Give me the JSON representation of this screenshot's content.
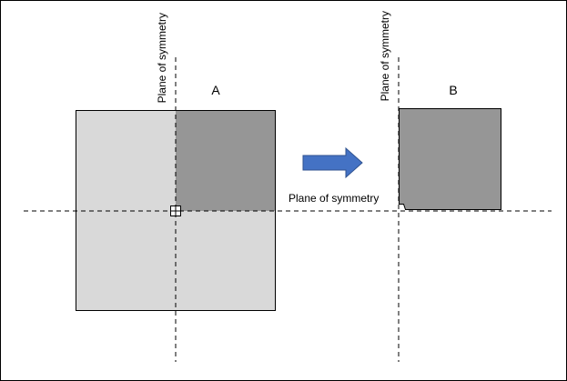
{
  "labels": {
    "a": "A",
    "b": "B",
    "plane_v_a": "Plane of symmetry",
    "plane_v_b": "Plane of symmetry",
    "plane_h": "Plane of symmetry"
  },
  "colors": {
    "background": "#ffffff",
    "frame": "#000000",
    "full_model_fill": "#d9d9d9",
    "quarter_model_fill": "#969696",
    "outline": "#000000",
    "arrow_fill": "#4472c4",
    "arrow_stroke": "#2f528f"
  }
}
